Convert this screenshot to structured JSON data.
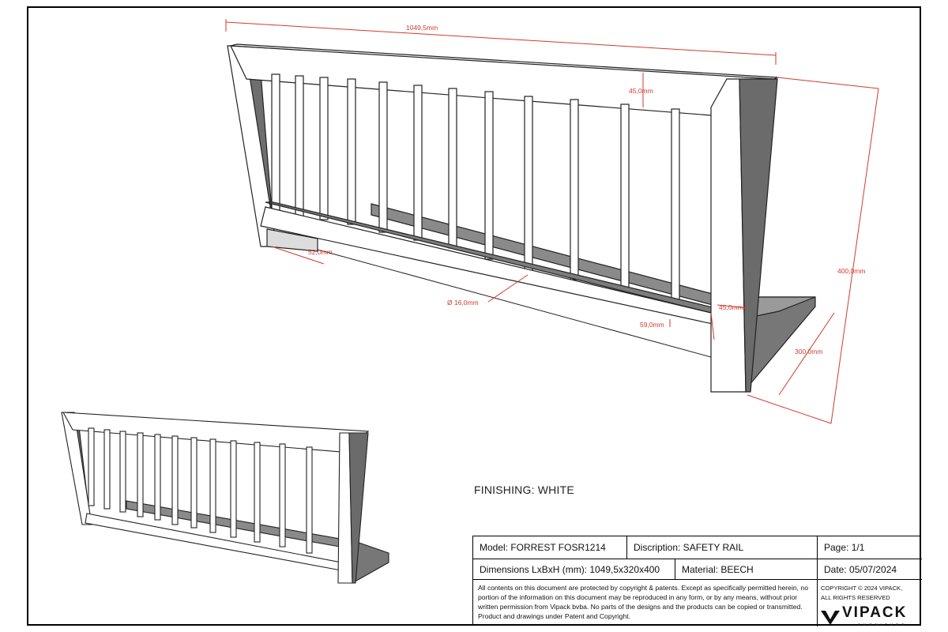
{
  "drawing": {
    "dimensions": {
      "overall_length": "1049,5mm",
      "top_rail_height": "45,0mm",
      "total_height": "400,0mm",
      "bottom_rail_offset": "52,0mm",
      "baluster_diameter": "Ø 16,0mm",
      "baluster_spacing": "59,0mm",
      "post_width": "45,0mm",
      "base_depth": "300,0mm"
    },
    "finishing": "FINISHING: WHITE",
    "line_color": "#d33a2c"
  },
  "title_block": {
    "model": "Model: FORREST FOSR1214",
    "description": "Discription: SAFETY RAIL",
    "page": "Page: 1/1",
    "dimensions": "Dimensions LxBxH (mm): 1049,5x320x400",
    "material": "Material: BEECH",
    "date": "Date: 05/07/2024",
    "legal": "All contents on this document are protected by copyright & patents. Except as specifically permitted herein, no portion of the information on this document may be reproduced in any form, or by any means, without prior written permission from Vipack bvba. No parts of the designs and the products can be copied or transmitted. Product and drawings under Patent and Copyright.",
    "copyright_line1": "COPYRIGHT  © 2024 VIPACK,",
    "copyright_line2": "ALL RIGHTS RESERVED",
    "logo_word": "VIPACK",
    "logo_sub": "FURNITURE"
  }
}
